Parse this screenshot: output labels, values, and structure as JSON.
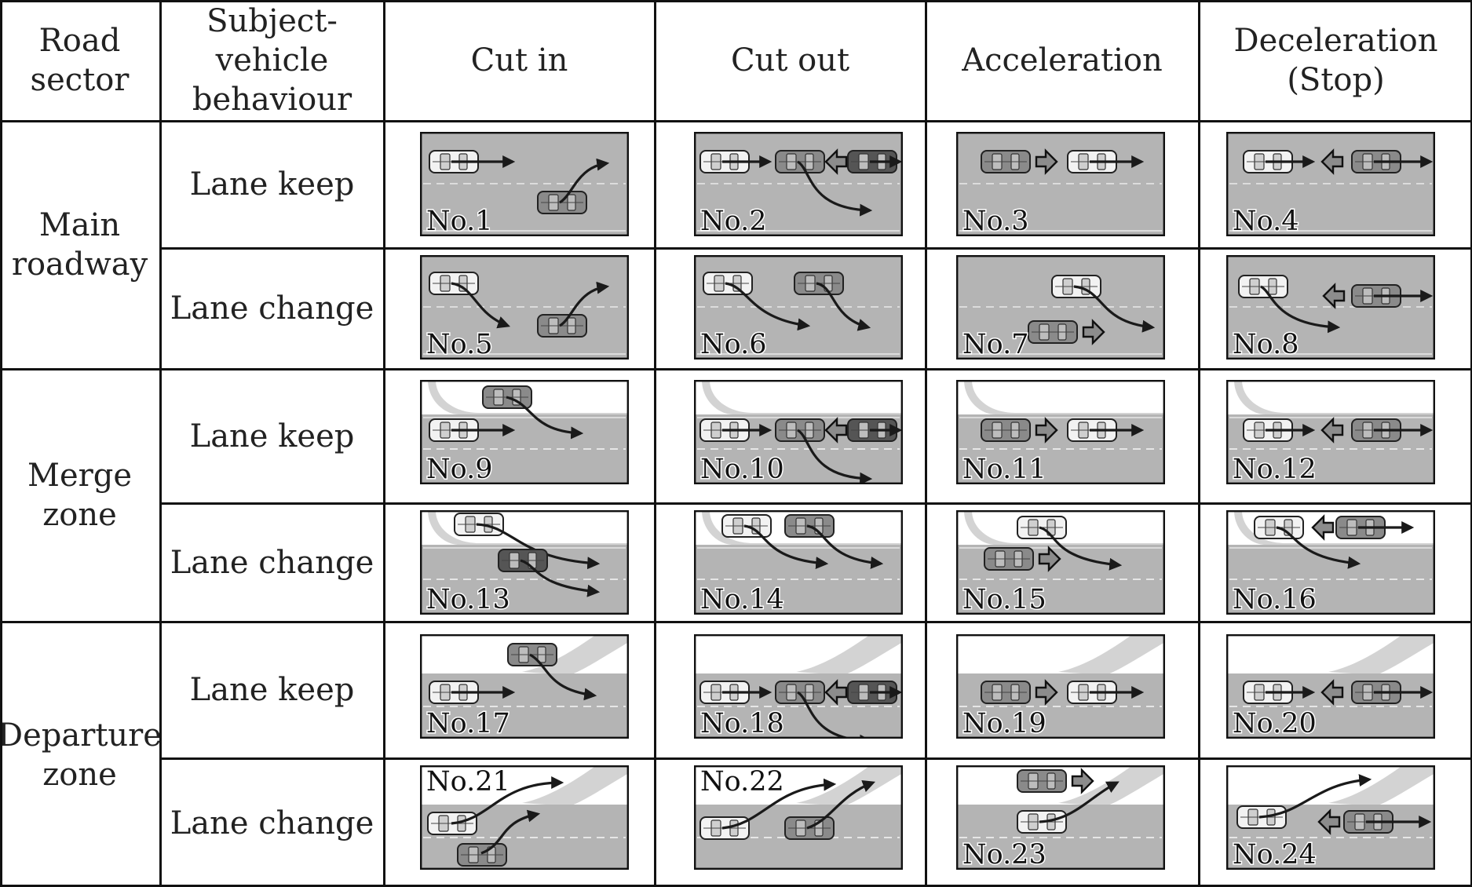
{
  "header": {
    "road_sector": "Road\nsector",
    "subject_vehicle_behaviour": "Subject-vehicle\nbehaviour",
    "columns": [
      "Cut in",
      "Cut out",
      "Acceleration",
      "Deceleration\n(Stop)"
    ]
  },
  "sectors": [
    "Main\nroadway",
    "Merge\nzone",
    "Departure\nzone"
  ],
  "behaviours": [
    "Lane keep",
    "Lane change",
    "Lane keep",
    "Lane change",
    "Lane keep",
    "Lane change"
  ],
  "scenarios": [
    "No.1",
    "No.2",
    "No.3",
    "No.4",
    "No.5",
    "No.6",
    "No.7",
    "No.8",
    "No.9",
    "No.10",
    "No.11",
    "No.12",
    "No.13",
    "No.14",
    "No.15",
    "No.16",
    "No.17",
    "No.18",
    "No.19",
    "No.20",
    "No.21",
    "No.22",
    "No.23",
    "No.24"
  ],
  "colors": {
    "road": "#b4b4b4",
    "ramp_light": "#d3d3d3",
    "subject_vehicle": "#f2f2f2",
    "other_vehicle": "#8a8a8a",
    "dark_vehicle": "#555555",
    "arrow": "#1a1a1a",
    "grid": "#111111"
  }
}
